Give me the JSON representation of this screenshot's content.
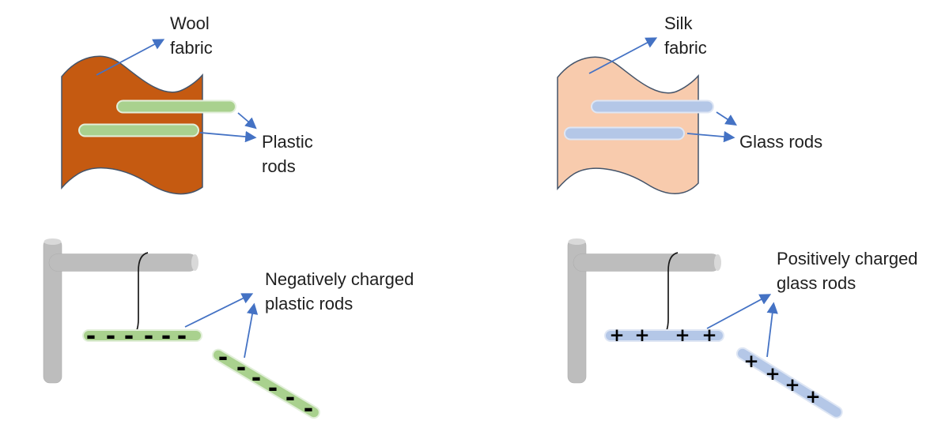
{
  "diagram": {
    "arrow_color": "#4472C4",
    "stand_color": "#BDBDBD",
    "stand_cap_color": "#D9D9D9",
    "string_color": "#1a1a1a",
    "top_left": {
      "fabric_label": "Wool\nfabric",
      "rods_label": "Plastic\nrods",
      "fabric_color": "#C55A11",
      "fabric_outline_color": "#44546A",
      "rod_color": "#A9D18E",
      "rod_outline_color": "#E2EFDA",
      "rod_count": 2
    },
    "top_right": {
      "fabric_label": "Silk\nfabric",
      "rods_label": "Glass rods",
      "fabric_color": "#F8CBAD",
      "fabric_outline_color": "#44546A",
      "rod_color": "#B4C7E7",
      "rod_outline_color": "#DEE6F4",
      "rod_count": 2
    },
    "bottom_left": {
      "label": "Negatively charged\nplastic rods",
      "charge_symbol": "-",
      "hanging_rod_charge_count": 6,
      "tilted_rod_charge_count": 6,
      "rod_color": "#A9D18E"
    },
    "bottom_right": {
      "label": "Positively charged\nglass rods",
      "charge_symbol": "+",
      "hanging_rod_charge_count": 4,
      "tilted_rod_charge_count": 4,
      "rod_color": "#B4C7E7"
    }
  }
}
